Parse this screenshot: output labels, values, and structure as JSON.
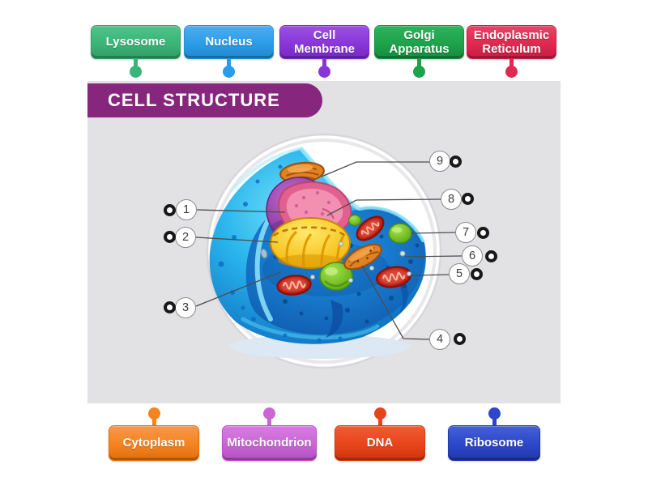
{
  "title_banner": {
    "text": "CELL STRUCTURE",
    "color": "#86267c",
    "text_color": "#ffffff"
  },
  "panel": {
    "background": "#e2e1e3"
  },
  "top_labels": [
    {
      "label": "Lysosome",
      "color": "#3bb577"
    },
    {
      "label": "Nucleus",
      "color": "#2b9ce7"
    },
    {
      "label": "Cell Membrane",
      "color": "#8936d8"
    },
    {
      "label": "Golgi Apparatus",
      "color": "#1ea24b"
    },
    {
      "label": "Endoplasmic Reticulum",
      "color": "#df2950"
    }
  ],
  "bottom_labels": [
    {
      "label": "Cytoplasm",
      "color": "#f5831f"
    },
    {
      "label": "Mitochondrion",
      "color": "#c966d4"
    },
    {
      "label": "DNA",
      "color": "#e8441b"
    },
    {
      "label": "Ribosome",
      "color": "#2c47c9"
    }
  ],
  "markers": [
    {
      "number": "1"
    },
    {
      "number": "2"
    },
    {
      "number": "3"
    },
    {
      "number": "4"
    },
    {
      "number": "5"
    },
    {
      "number": "6"
    },
    {
      "number": "7"
    },
    {
      "number": "8"
    },
    {
      "number": "9"
    }
  ]
}
